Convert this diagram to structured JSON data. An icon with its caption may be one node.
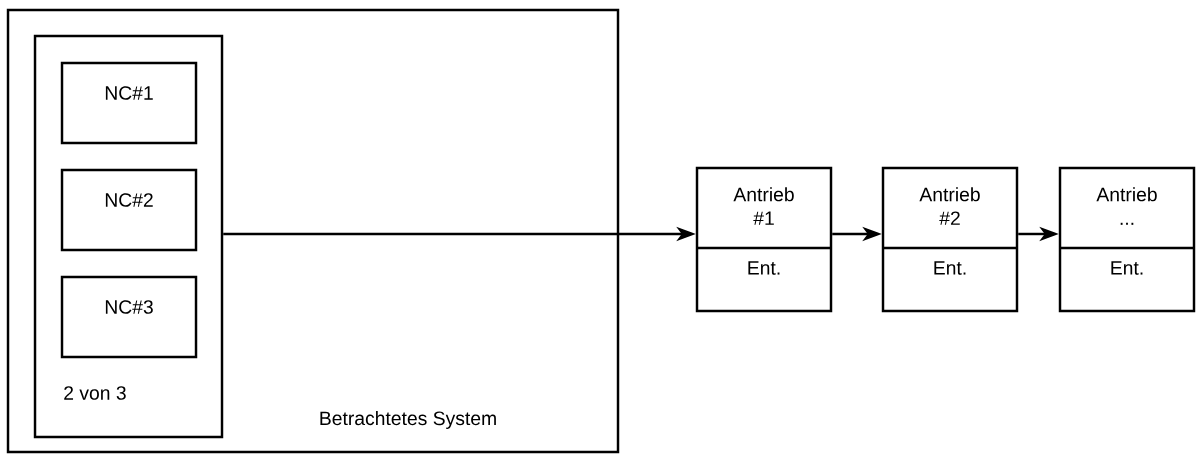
{
  "diagram": {
    "nodes": [
      {
        "text": [
          "Betrachtetes System"
        ]
      },
      {
        "text": [
          "2 von 3"
        ],
        "in": 0
      },
      {
        "text": [
          "NC#1"
        ],
        "in": 1
      },
      {
        "text": [
          "NC#2"
        ],
        "in": 1
      },
      {
        "text": [
          "NC#3"
        ],
        "in": 1
      },
      {
        "text": [
          "Antrieb #1",
          "Ent."
        ]
      },
      {
        "text": [
          "Antrieb #2",
          "Ent."
        ]
      },
      {
        "text": [
          "Antrieb ...",
          "Ent."
        ]
      }
    ],
    "edges": [
      {
        "from": 1,
        "to": 5,
        "arrow": "to"
      },
      {
        "from": 5,
        "to": 6,
        "arrow": "to"
      },
      {
        "from": 6,
        "to": 7,
        "arrow": "to"
      }
    ]
  }
}
